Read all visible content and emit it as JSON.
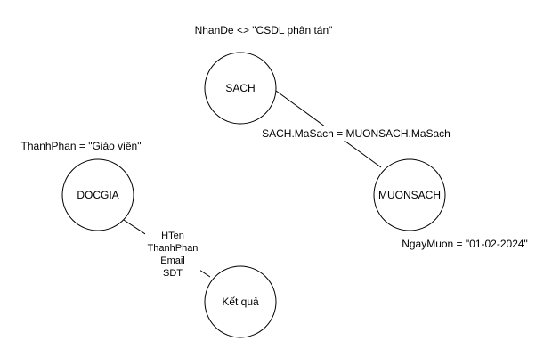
{
  "nodes": {
    "sach": "SACH",
    "muonsach": "MUONSACH",
    "docgia": "DOCGIA",
    "ketqua": "Kết quả"
  },
  "conditions": {
    "sach": "NhanDe <> \"CSDL phân tán\"",
    "docgia": "ThanhPhan = \"Giáo viên\"",
    "muonsach": "NgayMuon = \"01-02-2024\""
  },
  "join_label": "SACH.MaSach = MUONSACH.MaSach",
  "projection_fields": [
    "HTen",
    "ThanhPhan",
    "Email",
    "SDT"
  ],
  "colors": {
    "stroke": "#000000",
    "fill": "#ffffff",
    "text": "#000000"
  }
}
